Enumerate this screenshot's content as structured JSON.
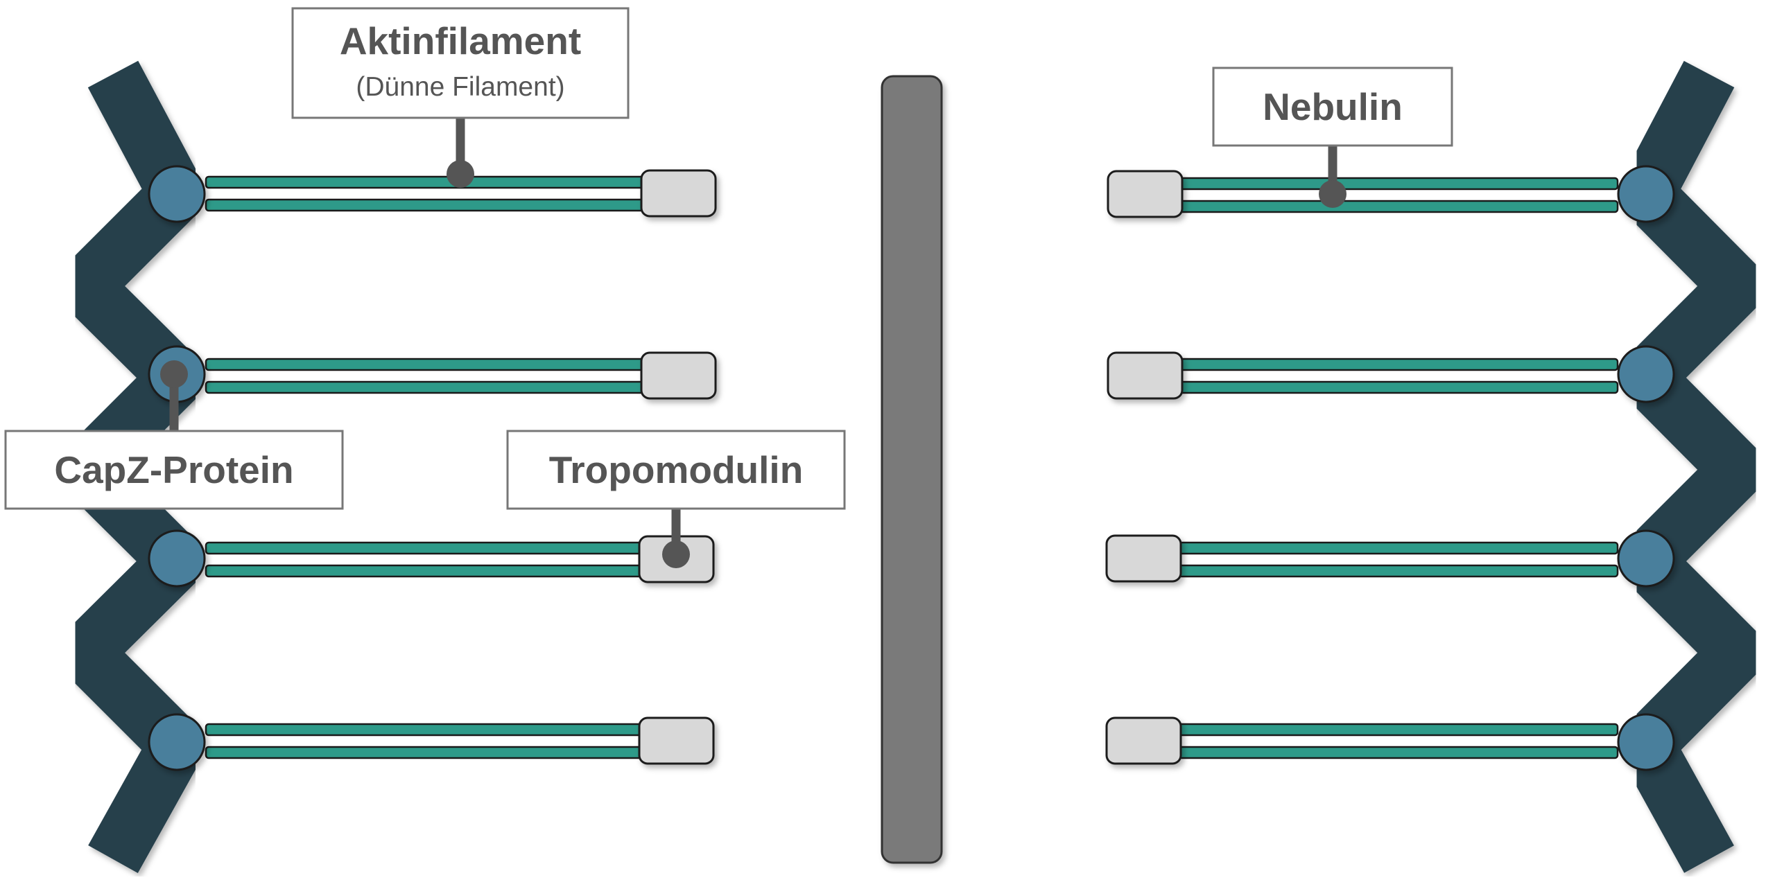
{
  "colors": {
    "zdisc": "#263f4c",
    "zdisc_stroke": "#1b2e38",
    "capz": "#4a7f9c",
    "actin": "#2e9a89",
    "tropomodulin": "#d8d8d8",
    "mline": "#7a7a7a",
    "callout": "#555555",
    "label_border": "#777777"
  },
  "labels": {
    "aktinfilament": {
      "title": "Aktinfilament",
      "subtitle": "(Dünne Filament)"
    },
    "nebulin": {
      "title": "Nebulin"
    },
    "capz": {
      "title": "CapZ-Protein"
    },
    "tropomodulin": {
      "title": "Tropomodulin"
    }
  },
  "filaments": {
    "left_count": 4,
    "right_count": 4
  }
}
